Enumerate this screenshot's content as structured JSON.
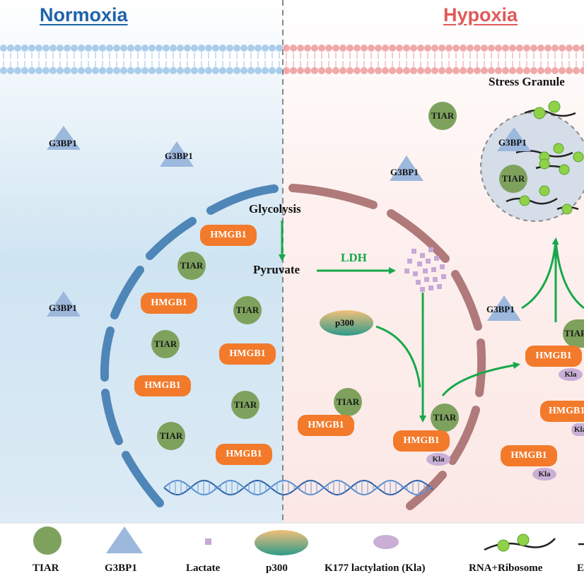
{
  "titles": {
    "normoxia": "Normoxia",
    "hypoxia": "Hypoxia"
  },
  "stress_granule": {
    "label": "Stress Granule"
  },
  "pathway": {
    "glycolysis": "Glycolysis",
    "pyruvate": "Pyruvate",
    "ldh": "LDH"
  },
  "molecules": {
    "g3bp1": "G3BP1",
    "tiar": "TIAR",
    "hmgb1": "HMGB1",
    "kla": "Kla",
    "p300": "p300"
  },
  "legend": [
    {
      "label": "TIAR",
      "icon": "tiar-circle-icon"
    },
    {
      "label": "G3BP1",
      "icon": "g3bp1-triangle-icon"
    },
    {
      "label": "Lactate",
      "icon": "lactate-square-icon"
    },
    {
      "label": "p300",
      "icon": "p300-ellipse-icon"
    },
    {
      "label": "K177 lactylation (Kla)",
      "icon": "kla-ellipse-icon"
    },
    {
      "label": "RNA+Ribosome",
      "icon": "rna-ribosome-icon"
    },
    {
      "label": "E",
      "icon": "partial-legend-icon"
    }
  ],
  "colors": {
    "normoxia_title": "#1f63a8",
    "hypoxia_title": "#e05a5a",
    "membrane_left": "#a9cdea",
    "membrane_right": "#f0a9a9",
    "nucleus_left": "#4f86b8",
    "nucleus_right": "#b07a7a",
    "hmgb1": "#f27a2a",
    "tiar": "#7ea25d",
    "g3bp1": "#9db8dd",
    "lactate": "#c7a8d8",
    "arrow": "#18a84a"
  }
}
